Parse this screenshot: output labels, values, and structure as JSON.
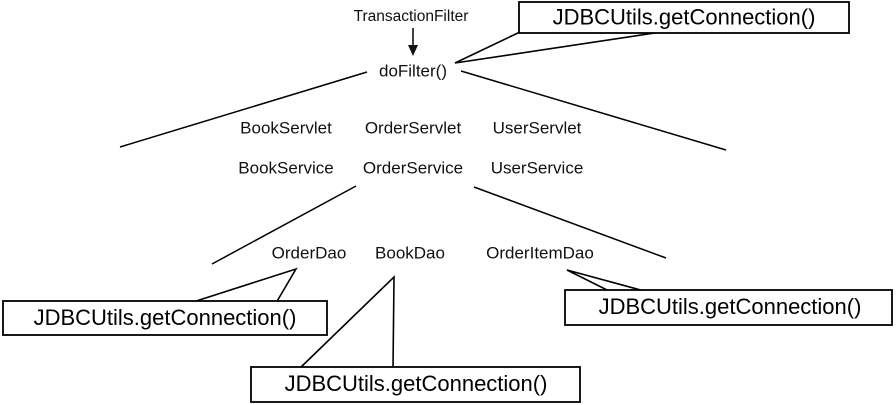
{
  "diagram": {
    "title_node": {
      "label": "TransactionFilter"
    },
    "filter_node": {
      "label": "doFilter()"
    },
    "servlet_layer": [
      {
        "label": "BookServlet"
      },
      {
        "label": "OrderServlet"
      },
      {
        "label": "UserServlet"
      }
    ],
    "service_layer": [
      {
        "label": "BookService"
      },
      {
        "label": "OrderService"
      },
      {
        "label": "UserService"
      }
    ],
    "dao_layer": [
      {
        "label": "OrderDao"
      },
      {
        "label": "BookDao"
      },
      {
        "label": "OrderItemDao"
      }
    ],
    "callouts": [
      {
        "id": "callout-top-right",
        "label": "JDBCUtils.getConnection()"
      },
      {
        "id": "callout-bottom-left",
        "label": "JDBCUtils.getConnection()"
      },
      {
        "id": "callout-bottom-center",
        "label": "JDBCUtils.getConnection()"
      },
      {
        "id": "callout-bottom-right",
        "label": "JDBCUtils.getConnection()"
      }
    ],
    "colors": {
      "background": "#ffffff",
      "stroke": "#000000",
      "text": "#111111"
    }
  }
}
